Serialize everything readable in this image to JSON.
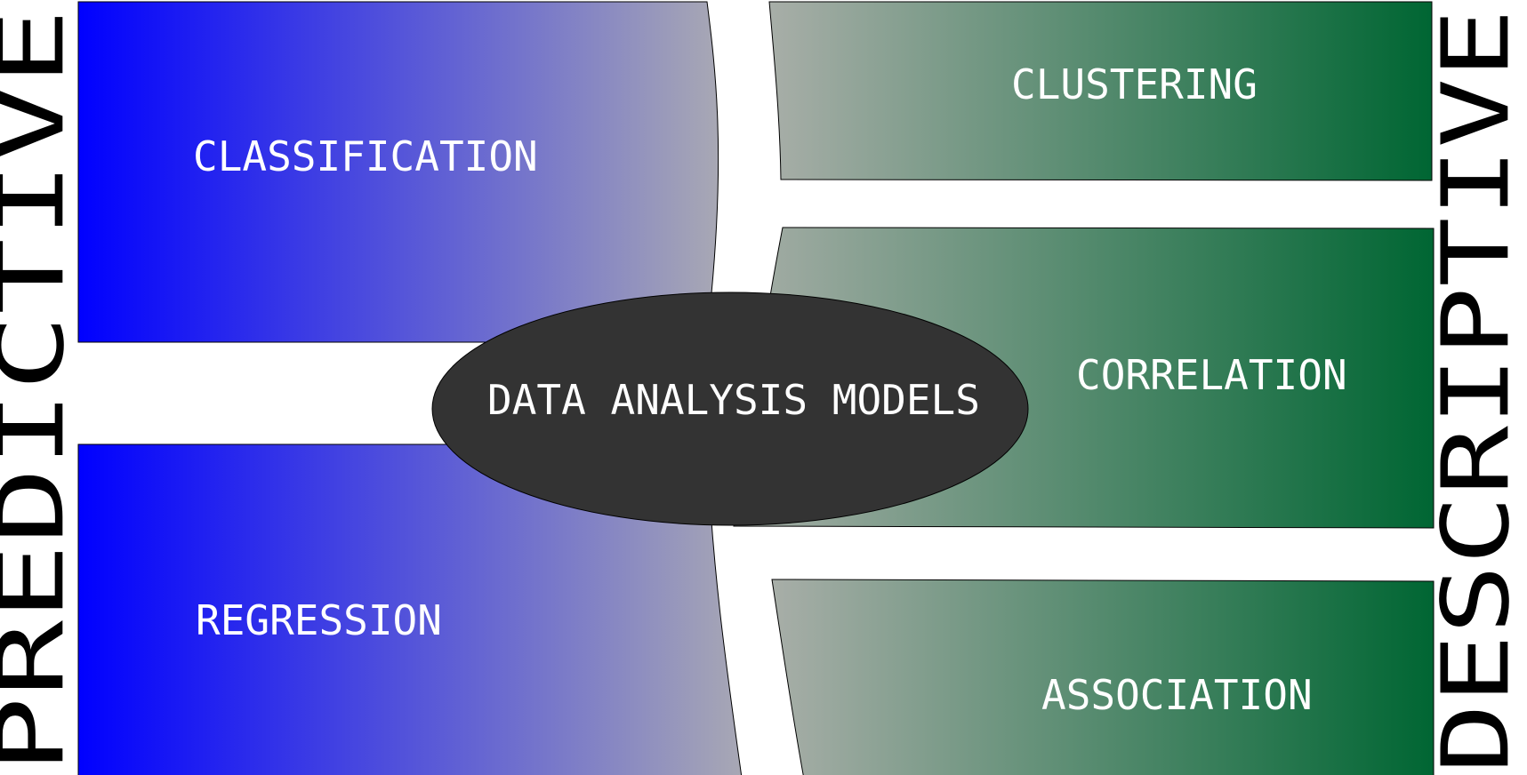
{
  "diagram": {
    "center": {
      "label": "DATA ANALYSIS MODELS"
    },
    "groups": {
      "predictive": {
        "label": "PREDICTIVE",
        "items": [
          "CLASSIFICATION",
          "REGRESSION"
        ]
      },
      "descriptive": {
        "label": "DESCRIPTIVE",
        "items": [
          "CLUSTERING",
          "CORRELATION",
          "ASSOCIATION"
        ]
      }
    },
    "colors": {
      "predictive_start": "#0000ff",
      "predictive_end": "#a8a8b4",
      "descriptive_start": "#a8aea8",
      "descriptive_end": "#006633",
      "center_fill": "#333333",
      "outline": "#000000"
    }
  }
}
